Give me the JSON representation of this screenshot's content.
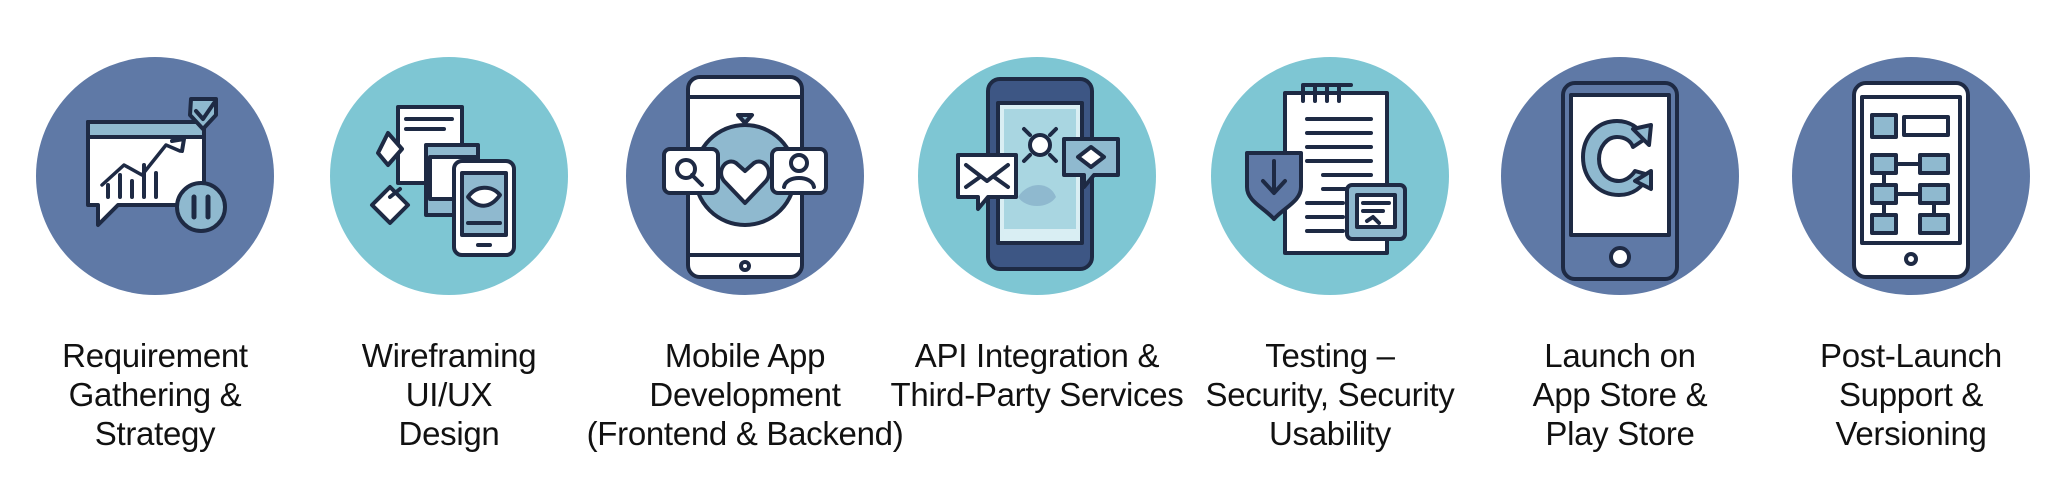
{
  "steps": [
    {
      "lines": [
        "Requirement",
        "Gathering &",
        "Strategy"
      ],
      "icon": "requirement-analytics-icon",
      "badge_color": "#5f79a6"
    },
    {
      "lines": [
        "Wireframing",
        "UI/UX",
        "Design"
      ],
      "icon": "wireframe-design-icon",
      "badge_color": "#7ec6d3"
    },
    {
      "lines": [
        "Mobile App",
        "Development",
        "(Frontend & Backend)"
      ],
      "icon": "mobile-development-icon",
      "badge_color": "#5f79a6"
    },
    {
      "lines": [
        "API Integration &",
        "Third-Party Services"
      ],
      "icon": "api-integration-icon",
      "badge_color": "#7ec6d3"
    },
    {
      "lines": [
        "Testing –",
        "Security, Security",
        "Usability"
      ],
      "icon": "testing-checklist-icon",
      "badge_color": "#7ec6d3"
    },
    {
      "lines": [
        "Launch on",
        "App Store &",
        "Play Store"
      ],
      "icon": "launch-refresh-icon",
      "badge_color": "#5f79a6"
    },
    {
      "lines": [
        "Post-Launch",
        "Support &",
        "Versioning"
      ],
      "icon": "versioning-support-icon",
      "badge_color": "#5f79a6"
    }
  ],
  "colors": {
    "dark_badge": "#5f79a6",
    "light_badge": "#7ec6d3",
    "line_art": "#1e2a44",
    "accent": "#8fb9cf"
  }
}
